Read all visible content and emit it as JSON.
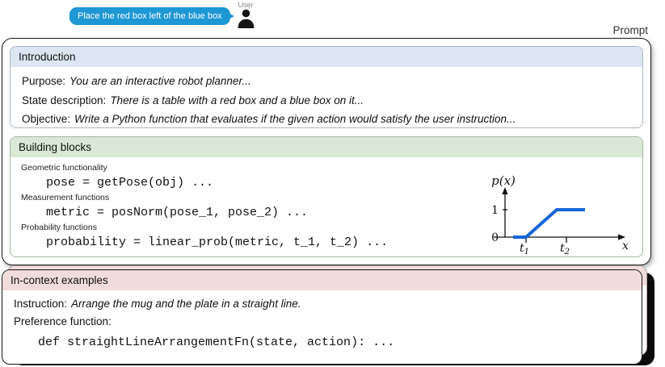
{
  "chat": {
    "sender": "User",
    "message": "Place the red box left of the blue box"
  },
  "prompt_label": "Prompt",
  "prompt": {
    "introduction": {
      "title": "Introduction",
      "lines": [
        {
          "label": "Purpose:",
          "text": "You are an interactive robot planner..."
        },
        {
          "label": "State description:",
          "text": "There is a table with a red box and a blue box on it..."
        },
        {
          "label": "Objective:",
          "text": "Write a Python function that evaluates if the given action would satisfy the user instruction..."
        }
      ]
    },
    "building_blocks": {
      "title": "Building blocks",
      "groups": [
        {
          "label": "Geometric functionality",
          "code": "pose = getPose(obj) ..."
        },
        {
          "label": "Measurement functions",
          "code": "metric = posNorm(pose_1, pose_2) ..."
        },
        {
          "label": "Probability functions",
          "code": "probability = linear_prob(metric, t_1, t_2) ..."
        }
      ],
      "plot": {
        "type": "line",
        "title": "p(x)",
        "xlabel": "x",
        "yticks": [
          "0",
          "1"
        ],
        "xticks": {
          "t1_base": "t",
          "t1_sub": "1",
          "t2_base": "t",
          "t2_sub": "2"
        },
        "line_color": "#1565d8",
        "shape": "p(x)=0 for x<t_1, rises linearly toward 1 between t_1 and t_2, constant 1 after"
      }
    },
    "in_context": {
      "title": "In-context examples",
      "instruction_label": "Instruction:",
      "instruction_text": "Arrange the mug and the plate in a straight line.",
      "preference_label": "Preference function:",
      "code": "def straightLineArrangementFn(state, action): ..."
    }
  }
}
